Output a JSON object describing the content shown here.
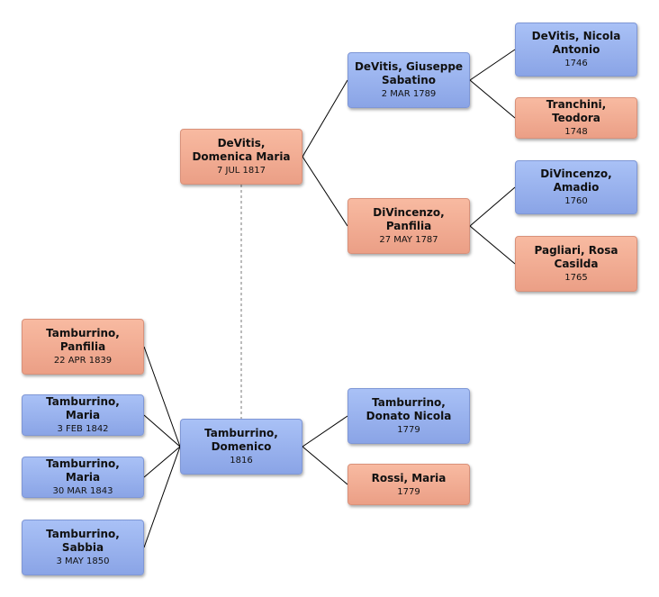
{
  "people": {
    "domenica": {
      "name": "DeVitis, Domenica Maria",
      "date": "7 JUL 1817",
      "sex": "female"
    },
    "giuseppe": {
      "name": "DeVitis, Giuseppe Sabatino",
      "date": "2 MAR 1789",
      "sex": "male"
    },
    "panfilia_dv": {
      "name": "DiVincenzo, Panfilia",
      "date": "27 MAY 1787",
      "sex": "female"
    },
    "nicola": {
      "name": "DeVitis, Nicola Antonio",
      "date": "1746",
      "sex": "male"
    },
    "teodora": {
      "name": "Tranchini, Teodora",
      "date": "1748",
      "sex": "female"
    },
    "amadio": {
      "name": "DiVincenzo, Amadio",
      "date": "1760",
      "sex": "male"
    },
    "rosa": {
      "name": "Pagliari, Rosa Casilda",
      "date": "1765",
      "sex": "female"
    },
    "domenico": {
      "name": "Tamburrino, Domenico",
      "date": "1816",
      "sex": "male"
    },
    "donato": {
      "name": "Tamburrino, Donato Nicola",
      "date": "1779",
      "sex": "male"
    },
    "maria_r": {
      "name": "Rossi, Maria",
      "date": "1779",
      "sex": "female"
    },
    "panfilia_t": {
      "name": "Tamburrino, Panfilia",
      "date": "22 APR 1839",
      "sex": "female"
    },
    "maria_t1": {
      "name": "Tamburrino, Maria",
      "date": "3 FEB 1842",
      "sex": "male"
    },
    "maria_t2": {
      "name": "Tamburrino, Maria",
      "date": "30 MAR 1843",
      "sex": "male"
    },
    "sabbia": {
      "name": "Tamburrino, Sabbia",
      "date": "3 MAY 1850",
      "sex": "male"
    }
  },
  "colors": {
    "male": "#94acec",
    "female": "#f0a88e",
    "line": "#000000",
    "spouse_line": "#777777"
  }
}
